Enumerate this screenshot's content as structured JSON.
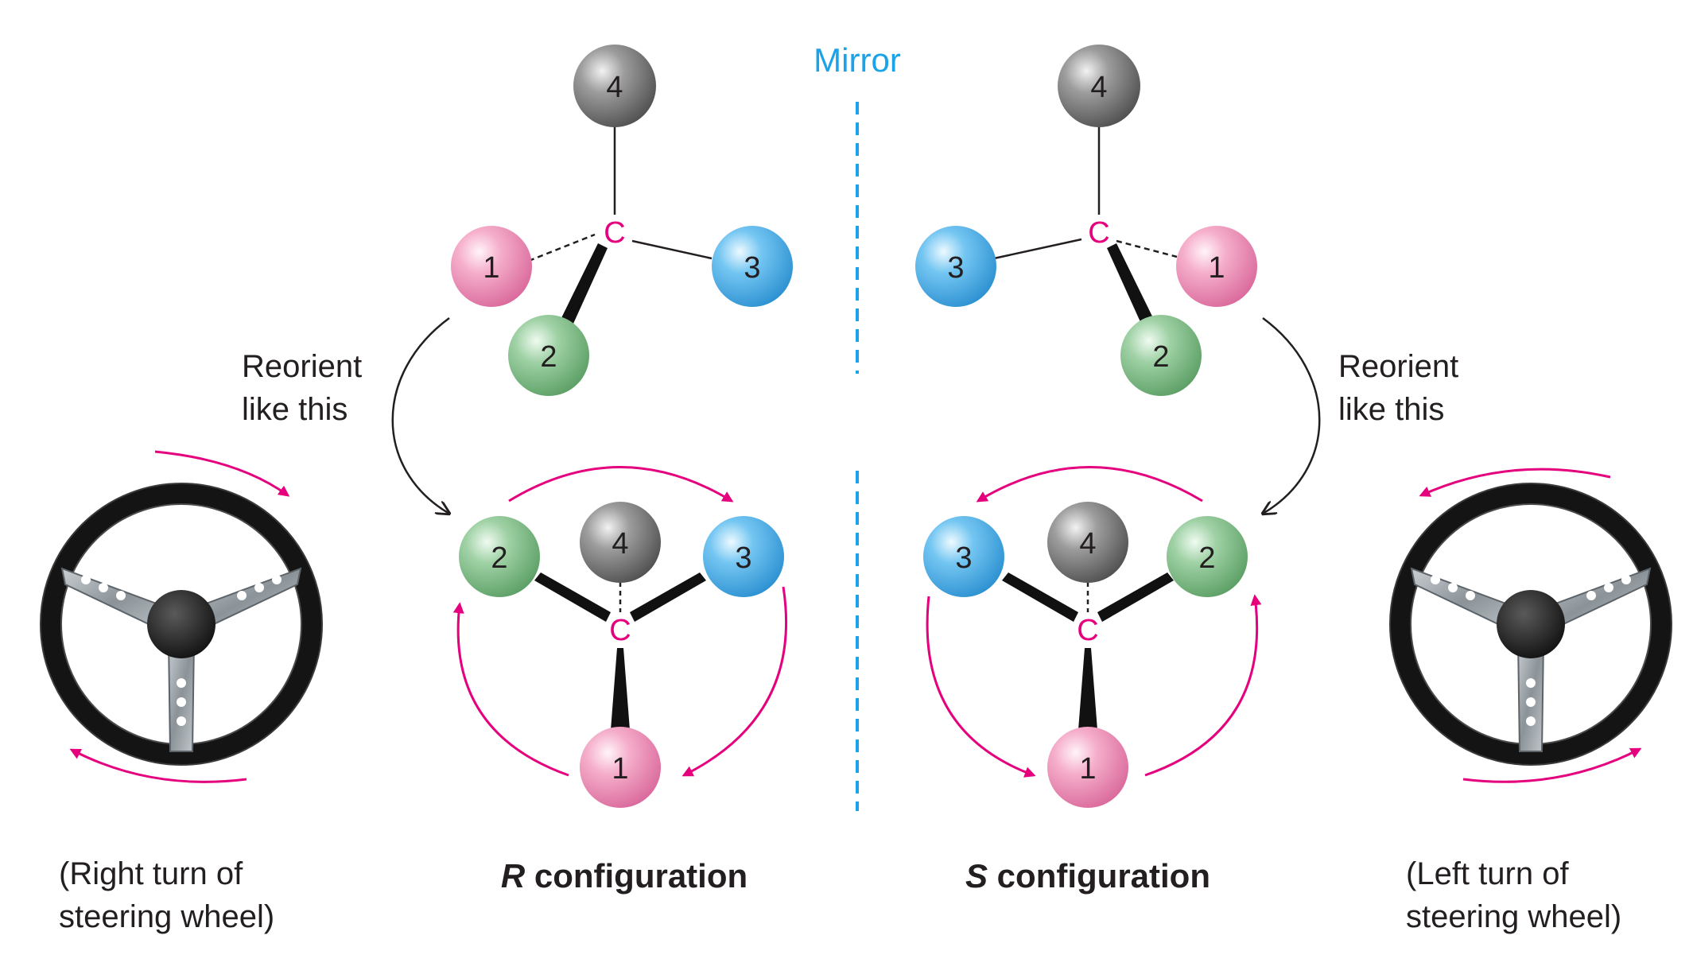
{
  "mirror": {
    "label": "Mirror"
  },
  "left_molecule": {
    "top": {
      "atoms": {
        "a1": "1",
        "a2": "2",
        "a3": "3",
        "a4": "4"
      },
      "center": "C"
    },
    "bottom": {
      "atoms": {
        "a1": "1",
        "a2": "2",
        "a3": "3",
        "a4": "4"
      },
      "center": "C"
    },
    "reorient": {
      "line1": "Reorient",
      "line2": "like this"
    },
    "configuration": {
      "letter": "R",
      "rest": " configuration"
    },
    "caption": {
      "line1": "(Right turn of",
      "line2": "steering wheel)"
    },
    "rotation": "clockwise"
  },
  "right_molecule": {
    "top": {
      "atoms": {
        "a1": "1",
        "a2": "2",
        "a3": "3",
        "a4": "4"
      },
      "center": "C"
    },
    "bottom": {
      "atoms": {
        "a1": "1",
        "a2": "2",
        "a3": "3",
        "a4": "4"
      },
      "center": "C"
    },
    "reorient": {
      "line1": "Reorient",
      "line2": "like this"
    },
    "configuration": {
      "letter": "S",
      "rest": " configuration"
    },
    "caption": {
      "line1": "(Left turn of",
      "line2": "steering wheel)"
    },
    "rotation": "counterclockwise"
  },
  "colors": {
    "priority_1": "#f29ac0",
    "priority_2": "#86c48e",
    "priority_3": "#55b8ef",
    "priority_4": "#8a8a8a",
    "carbon_label": "#e5007e",
    "rotation_arrows": "#e5007e",
    "mirror_line": "#1aa3e8",
    "bonds": "#231f20"
  },
  "icons": [
    "steering-wheel-icon",
    "curved-arrow-icon"
  ]
}
